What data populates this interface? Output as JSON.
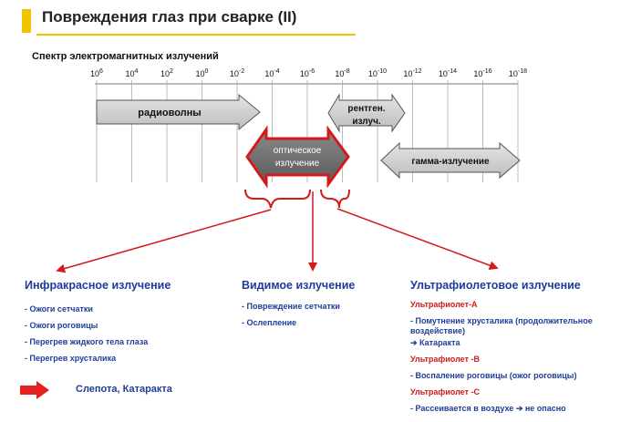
{
  "title": "Повреждения глаз при сварке (II)",
  "spectrum_label": "Спектр электромагнитных излучений",
  "ticks": [
    {
      "base": "10",
      "exp": "6"
    },
    {
      "base": "10",
      "exp": "4"
    },
    {
      "base": "10",
      "exp": "2"
    },
    {
      "base": "10",
      "exp": "0"
    },
    {
      "base": "10",
      "exp": "-2"
    },
    {
      "base": "10",
      "exp": "-4"
    },
    {
      "base": "10",
      "exp": "-6"
    },
    {
      "base": "10",
      "exp": "-8"
    },
    {
      "base": "10",
      "exp": "-10"
    },
    {
      "base": "10",
      "exp": "-12"
    },
    {
      "base": "10",
      "exp": "-14"
    },
    {
      "base": "10",
      "exp": "-16"
    },
    {
      "base": "10",
      "exp": "-18"
    }
  ],
  "bands": {
    "radio": "радиоволны",
    "xray_line1": "рентген.",
    "xray_line2": "излуч.",
    "optical_line1": "оптическое",
    "optical_line2": "излучение",
    "gamma": "гамма-излучение"
  },
  "infrared": {
    "heading": "Инфракрасное излучение",
    "items": [
      "- Ожоги сетчатки",
      "- Ожоги роговицы",
      "- Перегрев жидкого тела глаза",
      "- Перегрев хрусталика"
    ]
  },
  "visible": {
    "heading": "Видимое излучение",
    "items": [
      "- Повреждение сетчатки",
      "- Ослепление"
    ]
  },
  "uv": {
    "heading": "Ультрафиолетовое излучение",
    "a_label": "Ультрафиолет-А",
    "a_item": "- Помутнение хрусталика (продолжительное воздействие)",
    "a_result": "➔ Катаракта",
    "b_label": "Ультрафиолет -В",
    "b_item": "- Воспаление роговицы (ожог роговицы)",
    "c_label": "Ультрафиолет -С",
    "c_item": "- Рассеивается в воздухе ➔ не опасно"
  },
  "result": "Слепота, Катаракта",
  "colors": {
    "accent_yellow": "#f2c400",
    "text_blue": "#1f3c9a",
    "red": "#d31a1a",
    "arrow_gray": "#c8c8c8"
  }
}
